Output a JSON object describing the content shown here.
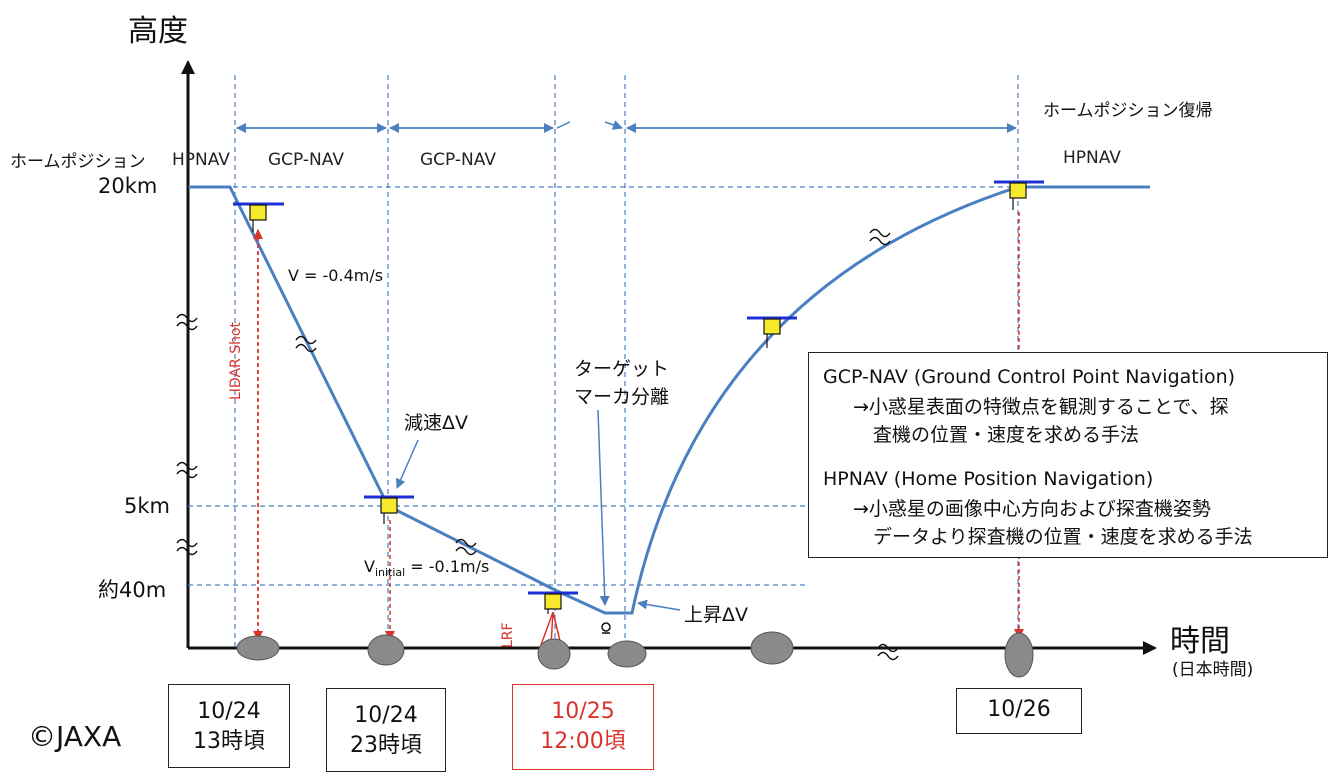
{
  "axes": {
    "y_title": "高度",
    "x_title": "時間",
    "x_subtitle": "(日本時間)",
    "y_labels": {
      "home": "ホームポジション",
      "alt20": "20km",
      "alt5": "5km",
      "alt40": "約40m"
    }
  },
  "segments": {
    "hpnav_left": "HPNAV",
    "gcp1": "GCP-NAV",
    "gcp2": "GCP-NAV",
    "hpnav_right": "HPNAV",
    "return_home": "ホームポジション復帰"
  },
  "annotations": {
    "velocity1": "V = -0.4m/s",
    "decel": "減速ΔV",
    "velocity2_main": "V",
    "velocity2_sub": "initial",
    "velocity2_rest": " = -0.1m/s",
    "target_marker": "ターゲット",
    "target_marker_line2": "マーカ分離",
    "ascent": "上昇ΔV",
    "lidar": "LIDAR Shot",
    "lrf": "LRF"
  },
  "dates": [
    {
      "line1": "10/24",
      "line2": "13時頃"
    },
    {
      "line1": "10/24",
      "line2": "23時頃"
    },
    {
      "line1": "10/25",
      "line2": "12:00頃"
    },
    {
      "line1": "10/26",
      "line2": ""
    }
  ],
  "legend": {
    "gcp_title": "GCP-NAV (Ground Control Point Navigation)",
    "gcp_desc1": "→小惑星表面の特徴点を観測することで、探",
    "gcp_desc2": "査機の位置・速度を求める手法",
    "hp_title": "HPNAV (Home Position Navigation)",
    "hp_desc1": "→小惑星の画像中心方向および探査機姿勢",
    "hp_desc2": "データより探査機の位置・速度を求める手法"
  },
  "copyright": "©JAXA",
  "colors": {
    "trajectory": "#4a7fc1",
    "guide": "#4a7fc1",
    "lidar": "#d9342b",
    "craft_body": "#f6e82a",
    "craft_panel": "#1c2fd6",
    "asteroid": "#8a8a8a",
    "axis": "#111111"
  }
}
